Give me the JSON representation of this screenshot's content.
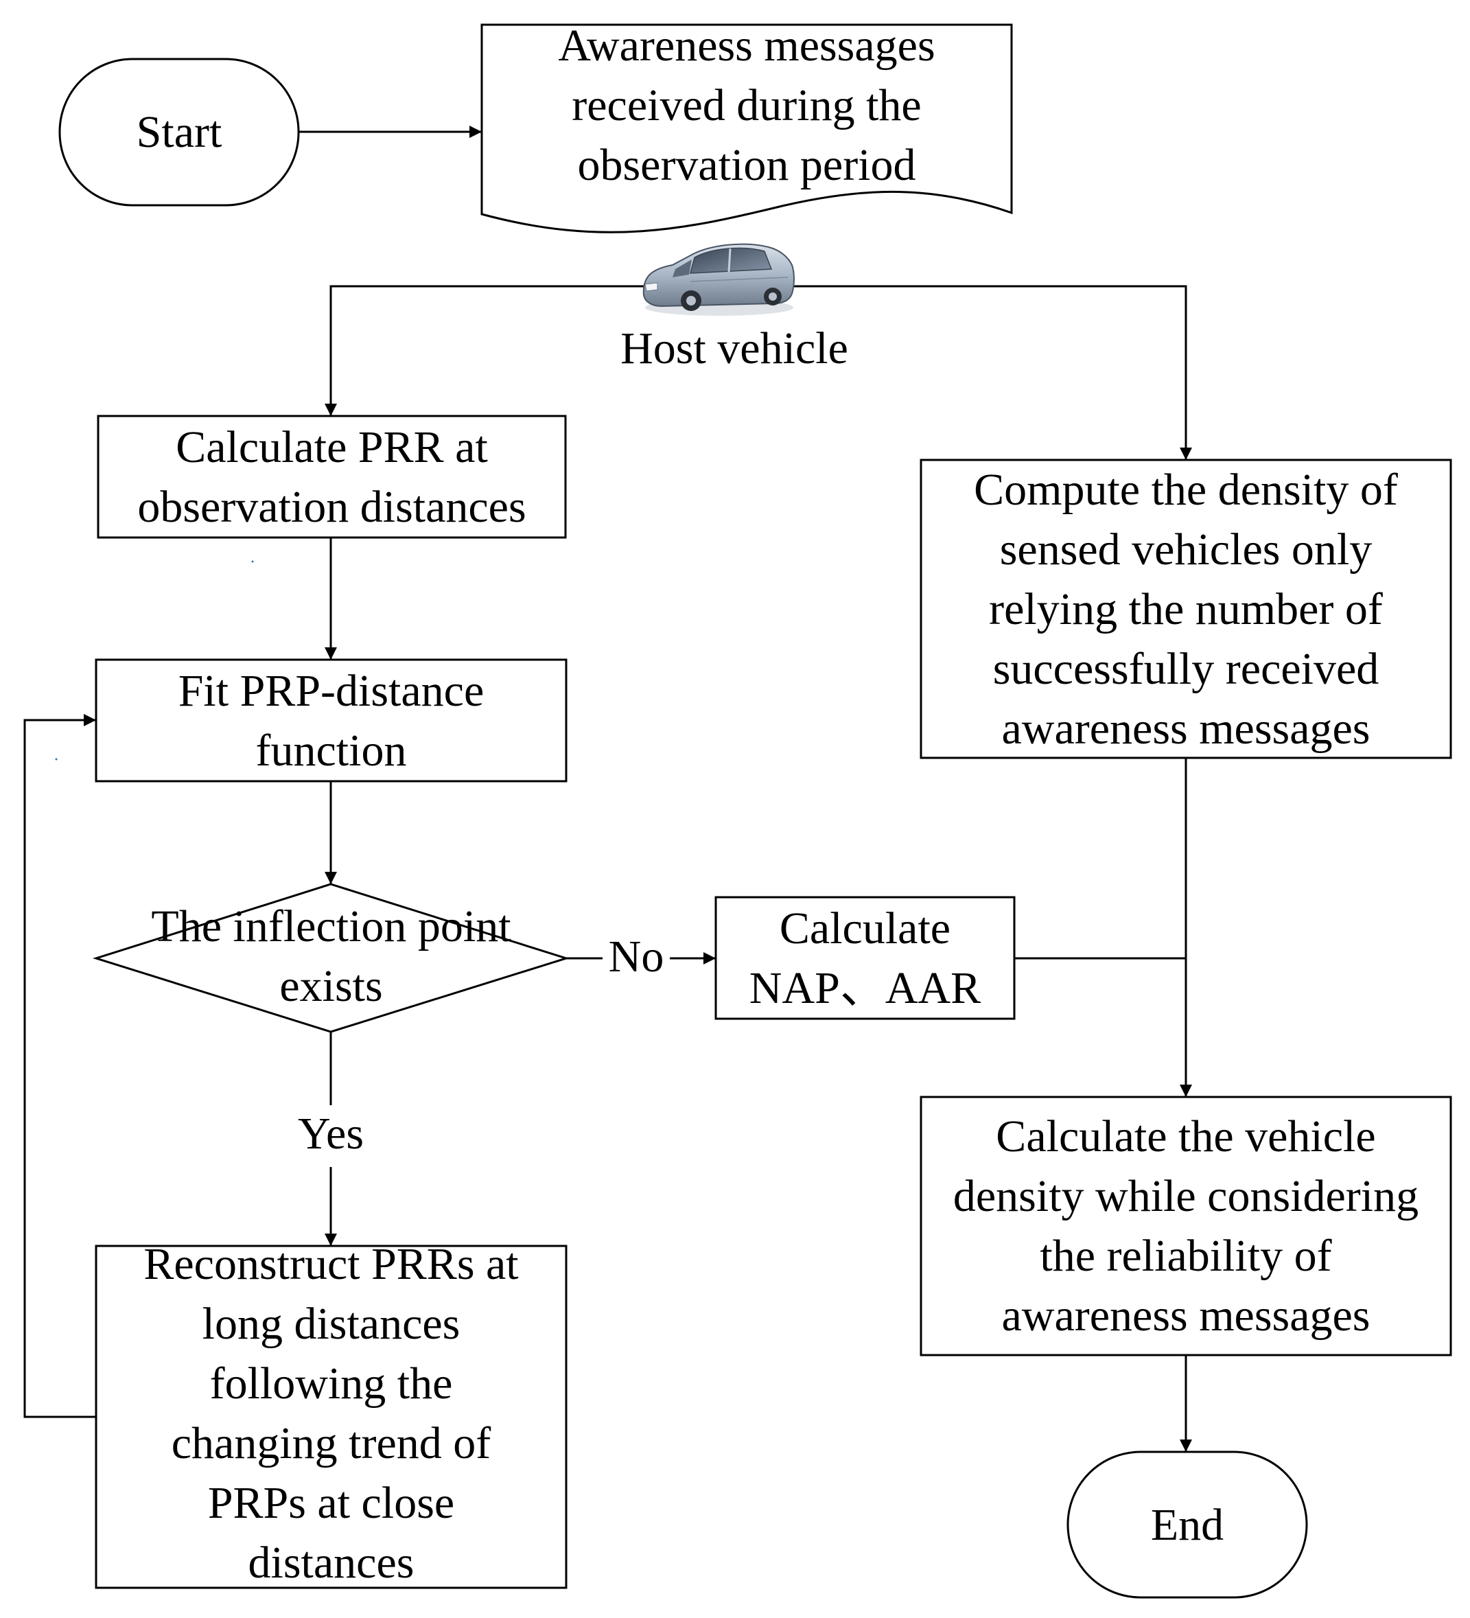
{
  "flowchart": {
    "start": {
      "label": "Start"
    },
    "input_doc": {
      "lines": [
        "Awareness messages",
        "received during the",
        "observation period"
      ]
    },
    "host": {
      "label": "Host vehicle"
    },
    "calc_prr": {
      "lines": [
        "Calculate PRR at",
        "observation distances"
      ]
    },
    "fit_prp": {
      "lines": [
        "Fit PRP-distance",
        "function"
      ]
    },
    "decision": {
      "lines": [
        "The inflection point",
        "exists"
      ]
    },
    "no_label": "No",
    "yes_label": "Yes",
    "calc_nap": {
      "lines": [
        "Calculate",
        "NAP、AAR"
      ]
    },
    "reconstruct": {
      "lines": [
        "Reconstruct PRRs at",
        "long distances",
        "following the",
        "changing trend of",
        "PRPs at close",
        "distances"
      ]
    },
    "compute_density": {
      "lines": [
        "Compute the density of",
        "sensed vehicles only",
        "relying the number of",
        "successfully received",
        "awareness messages"
      ]
    },
    "calc_density": {
      "lines": [
        "Calculate the vehicle",
        "density while considering",
        "the reliability of",
        "awareness messages"
      ]
    },
    "end": {
      "label": "End"
    }
  }
}
